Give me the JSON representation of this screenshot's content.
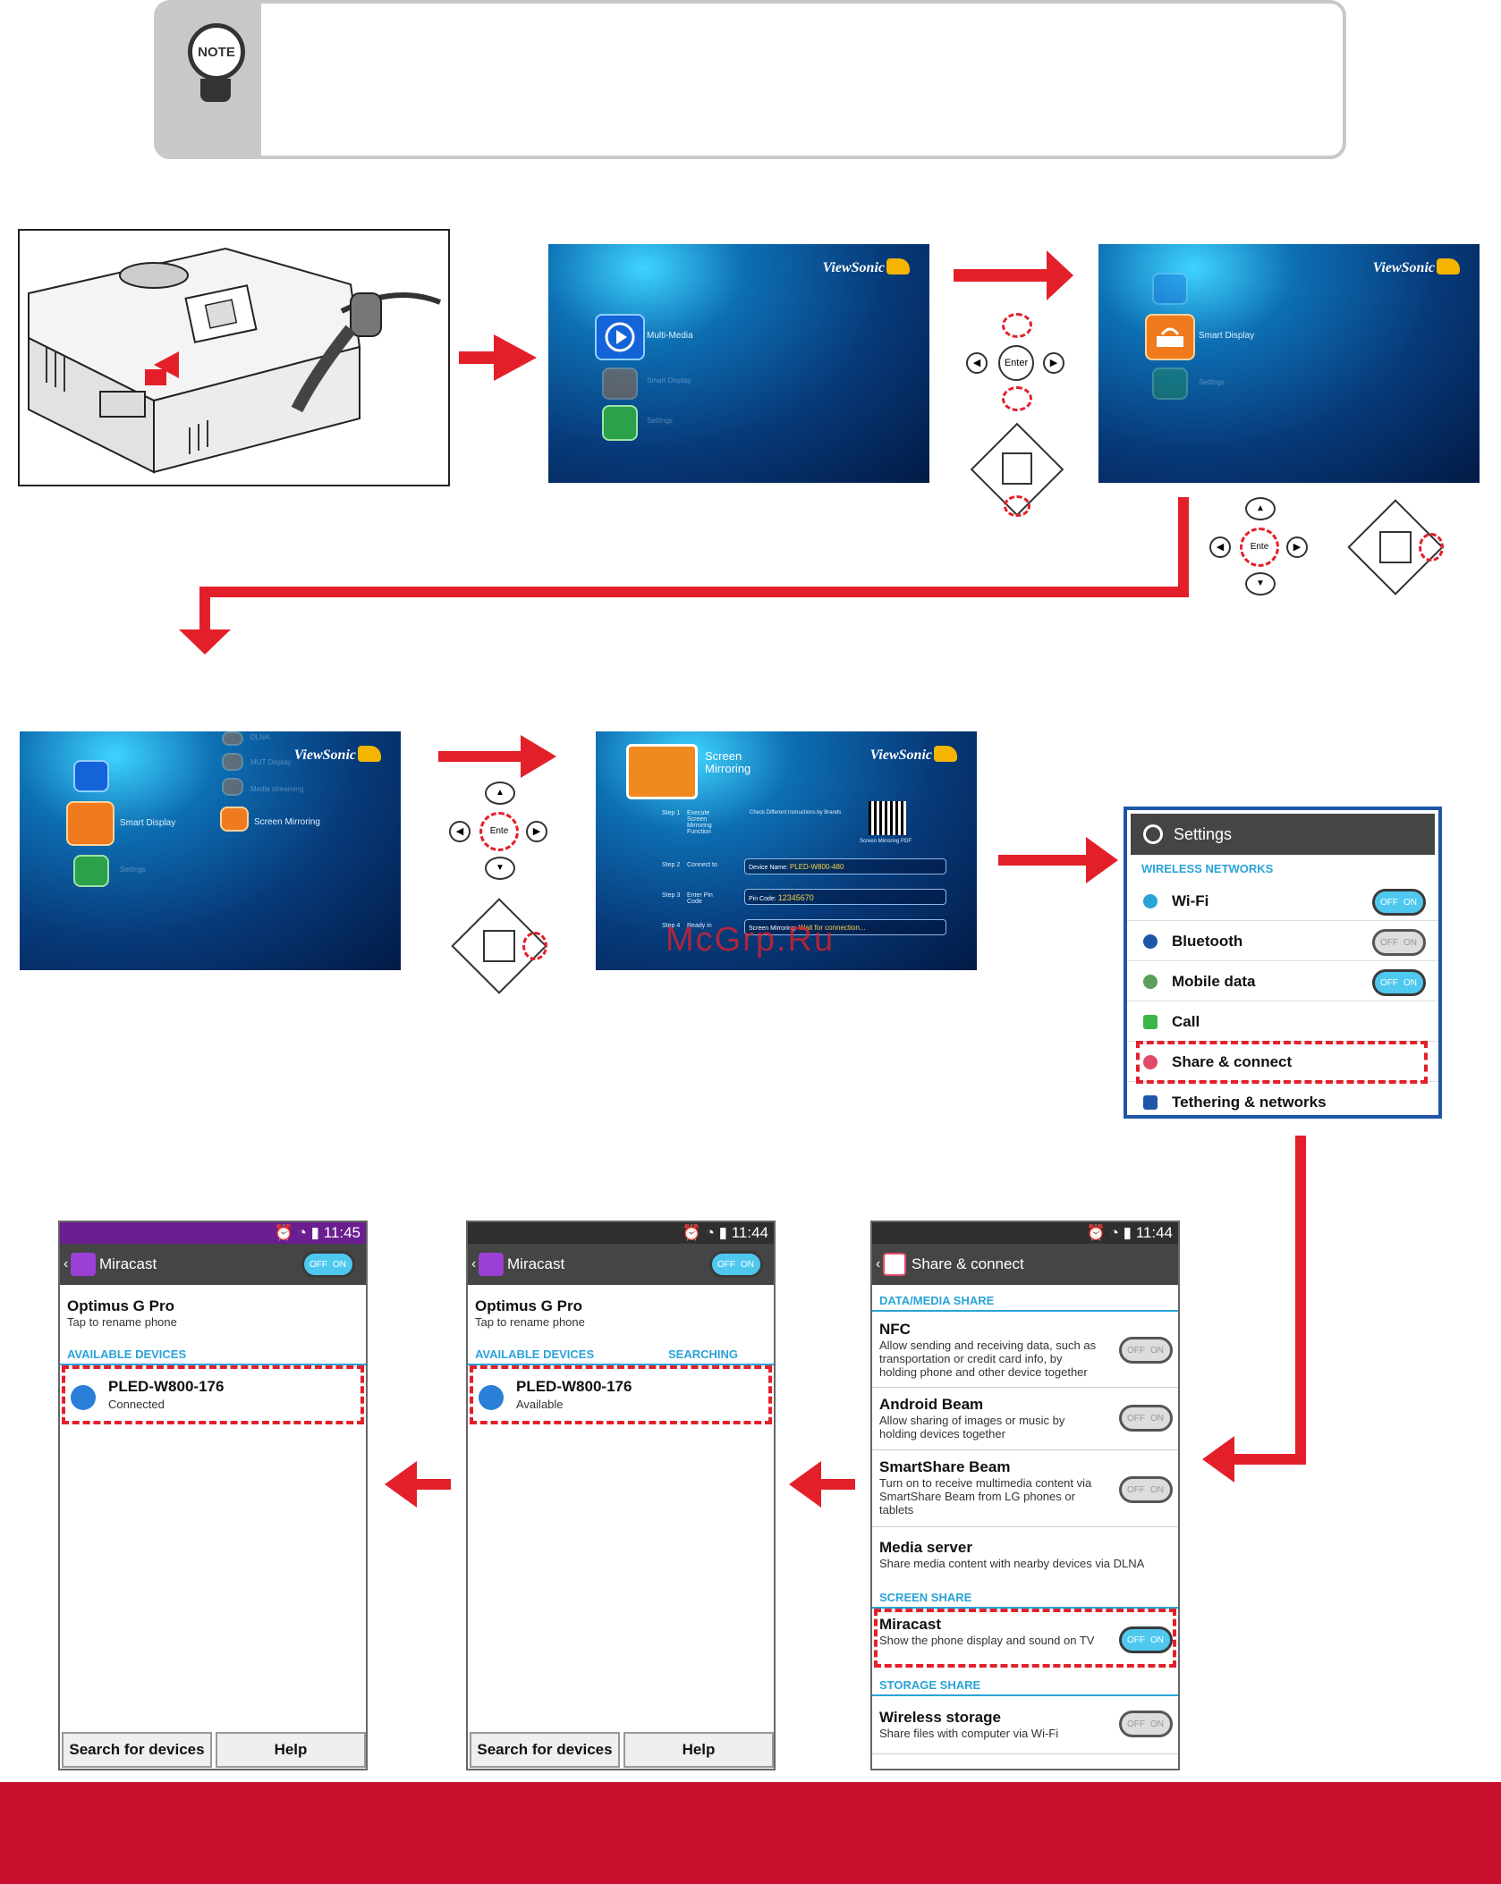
{
  "note": {
    "icon_label": "NOTE"
  },
  "menu1": {
    "brand": "ViewSonic",
    "item1": "Multi-Media",
    "item2": "Smart Display",
    "item3": "Settings"
  },
  "menu2": {
    "brand": "ViewSonic",
    "item2": "Smart Display",
    "item3": "Settings"
  },
  "menu3": {
    "brand": "ViewSonic",
    "item2": "Smart Display",
    "item3": "Settings",
    "sub1": "DLNA",
    "sub2": "MUT Display",
    "sub3": "Media streaming",
    "sub4": "Screen Mirroring"
  },
  "keypad": {
    "enter": "Enter",
    "enter_short": "Ente"
  },
  "mirror": {
    "brand": "ViewSonic",
    "title1": "Screen",
    "title2": "Mirroring",
    "step1": "Step 1",
    "step1_txt": "Execute Screen Mirroring Function",
    "step1_note": "Check Different Instructions by Brands",
    "qr_label": "Screen Mirroring PDF",
    "step2": "Step 2",
    "step2_txt": "Connect to",
    "device_label": "Device Name:",
    "device_name": "PLED-W800-480",
    "step3": "Step 3",
    "step3_txt": "Enter Pin Code",
    "pin_label": "Pin Code:",
    "pin": "12345670",
    "step4": "Step 4",
    "step4_txt": "Ready in",
    "mirror_label": "Screen Mirroring:",
    "mirror_status": "Wait for connection..."
  },
  "watermark": "McGrp.Ru",
  "settings": {
    "title": "Settings",
    "section": "WIRELESS NETWORKS",
    "wifi": "Wi-Fi",
    "bluetooth": "Bluetooth",
    "mobile": "Mobile data",
    "call": "Call",
    "share": "Share & connect",
    "tether": "Tethering & networks",
    "off": "OFF",
    "on": "ON"
  },
  "share": {
    "time": "11:44",
    "title": "Share & connect",
    "sec1": "DATA/MEDIA SHARE",
    "nfc": "NFC",
    "nfc_desc": "Allow sending and receiving data, such as transportation or credit card info, by holding phone and other device together",
    "beam": "Android Beam",
    "beam_desc": "Allow sharing of images or music by holding devices together",
    "ssbeam": "SmartShare Beam",
    "ssbeam_desc": "Turn on to receive multimedia content via SmartShare Beam from LG phones or tablets",
    "media": "Media server",
    "media_desc": "Share media content with nearby devices via DLNA",
    "sec2": "SCREEN SHARE",
    "miracast": "Miracast",
    "miracast_desc": "Show the phone display and sound on TV",
    "sec3": "STORAGE SHARE",
    "storage": "Wireless storage",
    "storage_desc": "Share files with computer via Wi-Fi",
    "off": "OFF",
    "on": "ON"
  },
  "mira_mid": {
    "time": "11:44",
    "title": "Miracast",
    "phone": "Optimus G Pro",
    "rename": "Tap to rename phone",
    "avail": "AVAILABLE DEVICES",
    "searching": "SEARCHING",
    "device": "PLED-W800-176",
    "status": "Available",
    "search_btn": "Search for devices",
    "help_btn": "Help",
    "off": "OFF",
    "on": "ON"
  },
  "mira_left": {
    "time": "11:45",
    "title": "Miracast",
    "phone": "Optimus G Pro",
    "rename": "Tap to rename phone",
    "avail": "AVAILABLE DEVICES",
    "device": "PLED-W800-176",
    "status": "Connected",
    "search_btn": "Search for devices",
    "help_btn": "Help",
    "off": "OFF",
    "on": "ON"
  }
}
